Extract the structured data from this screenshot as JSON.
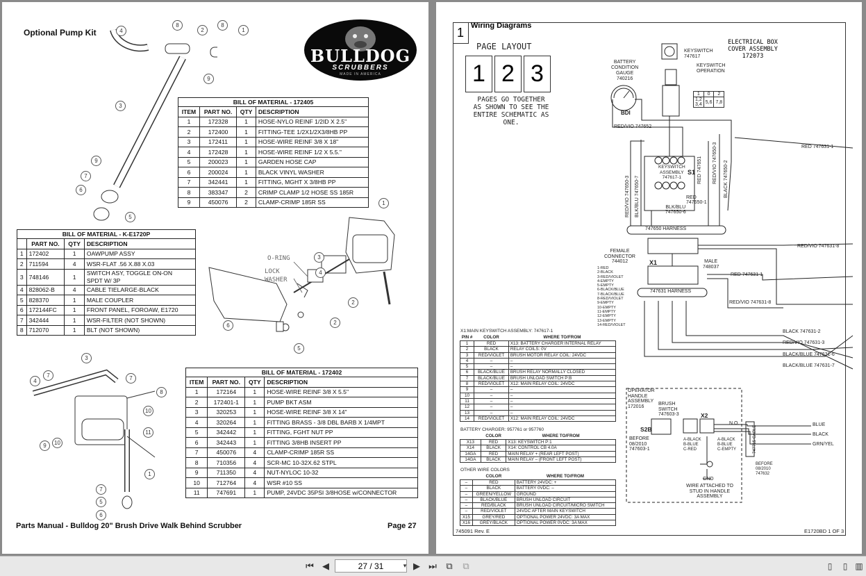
{
  "left_page": {
    "title": "Optional Pump Kit",
    "logo_main": "BULLDOG",
    "logo_sub": "SCRUBBERS",
    "logo_tag": "MADE IN AMERICA",
    "labels": {
      "o_ring": "O-RING",
      "lock_washer": "LOCK WASHER"
    },
    "bom1": {
      "caption": "BILL OF MATERIAL - 172405",
      "headers": [
        "ITEM",
        "PART NO.",
        "QTY",
        "DESCRIPTION"
      ],
      "rows": [
        [
          "1",
          "172328",
          "1",
          "HOSE-NYLO REINF 1/2ID X 2.5\""
        ],
        [
          "2",
          "172400",
          "1",
          "FITTING-TEE 1/2X1/2X3/8HB PP"
        ],
        [
          "3",
          "172411",
          "1",
          "HOSE-WIRE REINF 3/8 X 18\""
        ],
        [
          "4",
          "172428",
          "1",
          "HOSE-WIRE REINF 1/2 X 5.5.\""
        ],
        [
          "5",
          "200023",
          "1",
          "GARDEN HOSE CAP"
        ],
        [
          "6",
          "200024",
          "1",
          "BLACK VINYL WASHER"
        ],
        [
          "7",
          "342441",
          "1",
          "FITTING, MGHT X 3/8HB PP"
        ],
        [
          "8",
          "383347",
          "2",
          "CRIMP CLAMP 1/2 HOSE SS 185R"
        ],
        [
          "9",
          "450076",
          "2",
          "CLAMP-CRIMP 185R SS"
        ]
      ]
    },
    "bom2": {
      "caption": "BILL OF MATERIAL - K-E1720P",
      "headers": [
        "",
        "PART NO.",
        "QTY",
        "DESCRIPTION"
      ],
      "rows": [
        [
          "1",
          "172402",
          "1",
          "OAWPUMP ASSY"
        ],
        [
          "2",
          "711594",
          "4",
          "WSR-FLAT .56 X.88 X.03"
        ],
        [
          "3",
          "748146",
          "1",
          "SWITCH ASY, TOGGLE ON-ON\nSPDT W/ 3P"
        ],
        [
          "4",
          "828062-B",
          "4",
          "CABLE TIELARGE-BLACK"
        ],
        [
          "5",
          "828370",
          "1",
          "MALE COUPLER"
        ],
        [
          "6",
          "172144FC",
          "1",
          "FRONT PANEL, FOROAW, E1720"
        ],
        [
          "7",
          "342444",
          "1",
          "WSR-FILTER (NOT SHOWN)"
        ],
        [
          "8",
          "712070",
          "1",
          "BLT (NOT SHOWN)"
        ]
      ]
    },
    "bom3": {
      "caption": "BILL OF MATERIAL - 172402",
      "headers": [
        "ITEM",
        "PART NO.",
        "QTY",
        "DESCRIPTION"
      ],
      "rows": [
        [
          "1",
          "172164",
          "1",
          "HOSE-WIRE REINF 3/8 X 5.5\""
        ],
        [
          "2",
          "172401-1",
          "1",
          "PUMP BKT ASM"
        ],
        [
          "3",
          "320253",
          "1",
          "HOSE-WIRE REINF 3/8 X 14\""
        ],
        [
          "4",
          "320264",
          "1",
          "FITTING BRASS - 3/8 DBL BARB X 1/4MPT"
        ],
        [
          "5",
          "342442",
          "1",
          "FITTING, FGHT NUT PP"
        ],
        [
          "6",
          "342443",
          "1",
          "FITTING 3/8HB INSERT PP"
        ],
        [
          "7",
          "450076",
          "4",
          "CLAMP-CRIMP 185R SS"
        ],
        [
          "8",
          "710356",
          "4",
          "SCR-MC 10-32X.62 STPL"
        ],
        [
          "9",
          "711350",
          "4",
          "NUT-NYLOC 10-32"
        ],
        [
          "10",
          "712764",
          "4",
          "WSR #10 SS"
        ],
        [
          "11",
          "747691",
          "1",
          "PUMP, 24VDC 35PSI 3/8HOSE w/CONNECTOR"
        ]
      ]
    },
    "footer_left": "Parts Manual - Bulldog 20\" Brush Drive Walk Behind Scrubber",
    "footer_right": "Page 27"
  },
  "right_page": {
    "page_num": "1",
    "title": "Wiring Diagrams",
    "page_layout": "PAGE LAYOUT",
    "layout_digits": [
      "1",
      "2",
      "3"
    ],
    "pages_note": "PAGES GO TOGETHER\nAS SHOWN TO SEE THE\nENTIRE SCHEMATIC AS\nONE.",
    "electrical_box": "ELECTRICAL BOX\nCOVER ASSEMBLY\n172073",
    "keyswitch": "KEYSWITCH\n747617",
    "keyswitch_op": "KEYSWITCH\nOPERATION",
    "battery_gauge": "BATTERY\nCONDITION\nGAUGE\n740216",
    "bdi": "BDI",
    "ks_table": {
      "r1": [
        "1",
        "0",
        "2"
      ],
      "r2": [
        "1,2\n3,4",
        "5,6",
        "7,8"
      ]
    },
    "ks_assembly": "KEYSWITCH\nASSEMBLY\n747617-1",
    "s1": "S1",
    "harness1": "747650 HARNESS",
    "harness2": "747631 HARNESS",
    "female_conn": "FEMALE\nCONNECTOR\n744012",
    "male_conn": "MALE\n748037",
    "x1": "X1",
    "x2": "X2",
    "s2b": "S2B",
    "wire_labels": {
      "red_vio_652": "RED/VIO 747652",
      "red_631_1a": "RED 747631-1",
      "red_vio_631_8a": "RED/VIO 747631-8",
      "red_631_1b": "RED 747631-1",
      "red_vio_631_8b": "RED/VIO 747631-8",
      "black_631_2": "BLACK 747631-2",
      "red_vio_631_3": "RED/VIO 747631-3",
      "black_blue_631_6": "BLACK/BLUE 747631-6",
      "black_blue_631_7": "BLACK/BLUE 747631-7",
      "red_650_1": "RED\n747650-1",
      "blk_blu_650_6": "BLK/BLU\n747650-6",
      "red_vio_650_3": "RED/VIO 747650-3",
      "blk_blu_650_7": "BLK/BLU 747650-7",
      "red_650_1v": "RED 747651",
      "black_650_2": "BLACK 747650-2",
      "red_vio_650_3b": "RED/VIO 747650-3",
      "blue": "BLUE",
      "black": "BLACK",
      "grn_yel": "GRN/YEL"
    },
    "color_key": "1-RED\n2-BLACK\n3-RED/VIOLET\n4-EMPTY\n5-EMPTY\n6-BLACK/BLUE\n7-BLACK/BLUE\n8-RED/VIOLET\n9-EMPTY\n10-EMPTY\n11-EMPTY\n12-EMPTY\n13-EMPTY\n14-RED/VIOLET",
    "x1_table": {
      "title": "X1:MAIN KEYSWITCH ASSEMBLY: 747617-1",
      "headers": [
        "PIN #",
        "COLOR",
        "WHERE TO/FROM"
      ],
      "rows": [
        [
          "1",
          "RED",
          "X13: BATTERY CHARGER INTERNAL RELAY"
        ],
        [
          "2",
          "BLACK",
          "RELAY COILS: 0V"
        ],
        [
          "3",
          "RED/VIOLET",
          "BRUSH MOTOR RELAY COIL: 24VDC"
        ],
        [
          "4",
          "–",
          "–"
        ],
        [
          "5",
          "–",
          "–"
        ],
        [
          "6",
          "BLACK/BLUE",
          "BRUSH RELAY NORMALLY CLOSED"
        ],
        [
          "7",
          "BLACK/BLUE",
          "BRUSH UNLOAD SWITCH P:B"
        ],
        [
          "8",
          "RED/VIOLET",
          "X12: MAIN RELAY COIL: 24VDC"
        ],
        [
          "9",
          "–",
          "–"
        ],
        [
          "10",
          "–",
          "–"
        ],
        [
          "11",
          "–",
          "–"
        ],
        [
          "12",
          "–",
          "–"
        ],
        [
          "13",
          "–",
          "–"
        ],
        [
          "14",
          "RED/VIOLET",
          "X12: MAIN RELAY COIL: 24VDC"
        ]
      ]
    },
    "charger_table": {
      "title": "BATTERY CHARGER: 957761 or 957760",
      "headers": [
        "",
        "COLOR",
        "WHERE TO/FROM"
      ],
      "rows": [
        [
          "X13",
          "RED",
          "X13: KEYSWITCH P:1"
        ],
        [
          "X14",
          "BLACK",
          "X14: CONTROL CB 4.0A"
        ],
        [
          "14GA",
          "RED",
          "MAIN RELAY + (REAR LEFT POST)"
        ],
        [
          "14GA",
          "BLACK",
          "MAIN RELAY – (FRONT LEFT POST)"
        ]
      ]
    },
    "other_table": {
      "title": "OTHER WIRE COLORS",
      "headers": [
        "",
        "COLOR",
        "WHERE TO/FROM"
      ],
      "rows": [
        [
          "–",
          "RED",
          "BATTERY 24VDC: +"
        ],
        [
          "–",
          "BLACK",
          "BATTERY 0VDC: –"
        ],
        [
          "–",
          "GREEN/YELLOW",
          "GROUND"
        ],
        [
          "–",
          "BLACK/BLUE",
          "BRUSH UNLOAD CIRCUIT"
        ],
        [
          "–",
          "RED/BLACK",
          "BRUSH UNLOAD CIRCUIT/MICRO SWITCH"
        ],
        [
          "–",
          "RED/VIOLET",
          "24VDC AFTER MAIN KEYSWITCH"
        ],
        [
          "X15",
          "GREY/RED",
          "OPTIONAL POWER 24VDC: 3A MAX"
        ],
        [
          "X16",
          "GREY/BLACK",
          "OPTIONAL POWER 0VDC: 3A MAX"
        ]
      ]
    },
    "operator_handle": "OPERATOR\nHANDLE\nASSEMBLY\n172016",
    "brush_switch": "BRUSH\nSWITCH\n747603-3",
    "before_2010a": "BEFORE\n08/2010\n747603-1",
    "before_2010b": "BEFORE\n08/2010\n747632",
    "abc_left": "A-BLACK\nB-BLUE\nC-RED",
    "abc_right": "A-BLACK\nB-BLUE\nC-EMPTY",
    "no": "N.O.",
    "cable": "747715 CABLE",
    "gnd": "GND",
    "wire_attached": "WIRE ATTACHED TO\nSTUD IN HANDLE\nASSEMBLY",
    "footer_left": "745091  Rev. E",
    "footer_right": "E1720BD  1  OF  3"
  },
  "viewer": {
    "page_indicator": "27 / 31"
  }
}
